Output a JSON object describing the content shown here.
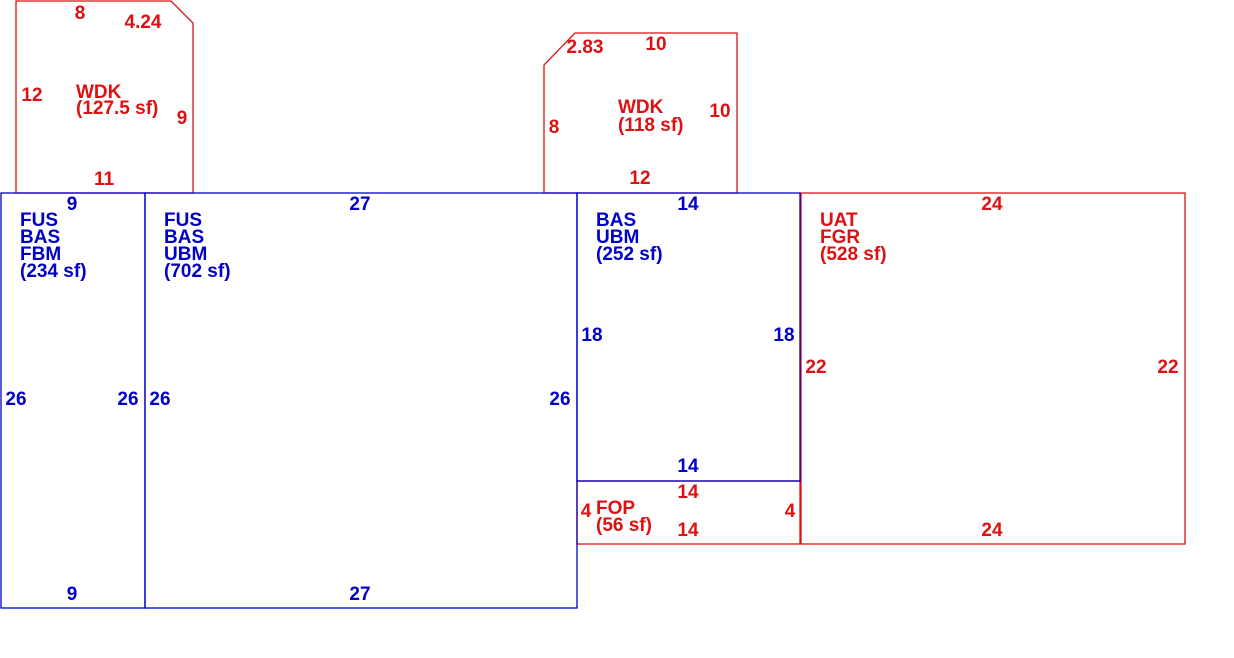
{
  "colors": {
    "blue": "#0000c8",
    "red": "#dd1111"
  },
  "areas": {
    "wdk_left": {
      "code": "WDK",
      "area": "(127.5 sf)",
      "dims": {
        "top": "8",
        "chamfer": "4.24",
        "left": "12",
        "right": "9",
        "bottom": "11"
      }
    },
    "wdk_right": {
      "code": "WDK",
      "area": "(118 sf)",
      "dims": {
        "chamfer": "2.83",
        "top": "10",
        "left": "8",
        "right": "10",
        "bottom": "12"
      }
    },
    "fus_fbm": {
      "lines": [
        "FUS",
        "BAS",
        "FBM"
      ],
      "area": "(234 sf)",
      "dims": {
        "top": "9",
        "bottom": "9",
        "left": "26",
        "right": "26"
      }
    },
    "fus_ubm": {
      "lines": [
        "FUS",
        "BAS",
        "UBM"
      ],
      "area": "(702 sf)",
      "dims": {
        "top": "27",
        "bottom": "27",
        "left": "26",
        "right": "26"
      }
    },
    "bas_ubm": {
      "lines": [
        "BAS",
        "UBM"
      ],
      "area": "(252 sf)",
      "dims": {
        "top": "14",
        "bottom": "14",
        "left": "18",
        "right": "18"
      }
    },
    "fop": {
      "code": "FOP",
      "area": "(56 sf)",
      "dims": {
        "top": "14",
        "bottom": "14",
        "left": "4",
        "right": "4"
      }
    },
    "uat_fgr": {
      "lines": [
        "UAT",
        "FGR"
      ],
      "area": "(528 sf)",
      "dims": {
        "top": "24",
        "bottom": "24",
        "left": "22",
        "right": "22"
      }
    }
  }
}
